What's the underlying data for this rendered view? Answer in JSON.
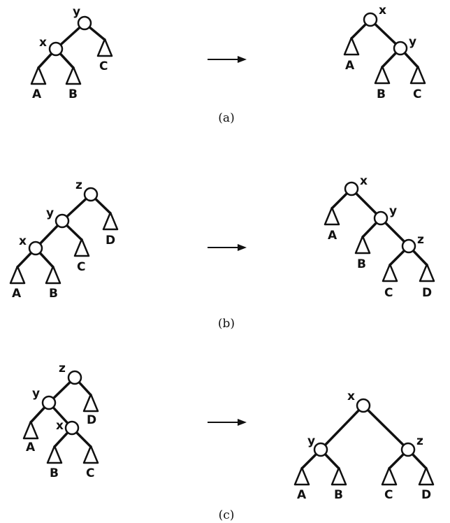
{
  "panels": [
    {
      "caption": "(a)",
      "before": {
        "nodes": [
          {
            "id": "y",
            "label": "y"
          },
          {
            "id": "x",
            "label": "x"
          }
        ],
        "subtrees": [
          "A",
          "B",
          "C"
        ]
      },
      "after": {
        "nodes": [
          {
            "id": "x",
            "label": "x"
          },
          {
            "id": "y",
            "label": "y"
          }
        ],
        "subtrees": [
          "A",
          "B",
          "C"
        ]
      }
    },
    {
      "caption": "(b)",
      "before": {
        "nodes": [
          {
            "id": "z",
            "label": "z"
          },
          {
            "id": "y",
            "label": "y"
          },
          {
            "id": "x",
            "label": "x"
          }
        ],
        "subtrees": [
          "A",
          "B",
          "C",
          "D"
        ]
      },
      "after": {
        "nodes": [
          {
            "id": "x",
            "label": "x"
          },
          {
            "id": "y",
            "label": "y"
          },
          {
            "id": "z",
            "label": "z"
          }
        ],
        "subtrees": [
          "A",
          "B",
          "C",
          "D"
        ]
      }
    },
    {
      "caption": "(c)",
      "before": {
        "nodes": [
          {
            "id": "z",
            "label": "z"
          },
          {
            "id": "y",
            "label": "y"
          },
          {
            "id": "x",
            "label": "x"
          }
        ],
        "subtrees": [
          "A",
          "B",
          "C",
          "D"
        ]
      },
      "after": {
        "nodes": [
          {
            "id": "x",
            "label": "x"
          },
          {
            "id": "y",
            "label": "y"
          },
          {
            "id": "z",
            "label": "z"
          }
        ],
        "subtrees": [
          "A",
          "B",
          "C",
          "D"
        ]
      }
    }
  ]
}
